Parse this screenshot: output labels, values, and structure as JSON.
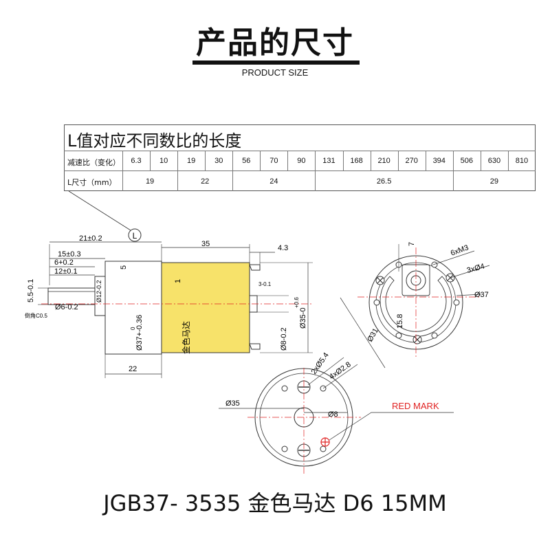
{
  "header": {
    "title": "产品的尺寸",
    "subtitle": "PRODUCT SIZE"
  },
  "table": {
    "title": "L值对应不同数比的长度",
    "ratio_label": "减速比（变化）",
    "length_label": "L尺寸（mm）",
    "ratios": [
      "6.3",
      "10",
      "19",
      "30",
      "56",
      "70",
      "90",
      "131",
      "168",
      "210",
      "270",
      "394",
      "506",
      "630",
      "810"
    ],
    "lengths": [
      {
        "value": "19",
        "span": 2
      },
      {
        "value": "22",
        "span": 2
      },
      {
        "value": "24",
        "span": 3
      },
      {
        "value": "26.5",
        "span": 5
      },
      {
        "value": "29",
        "span": 3
      }
    ]
  },
  "side_view": {
    "l_marker": "L",
    "dim_21": "21±0.2",
    "dim_15": "15±0.3",
    "dim_6": "6+0.2",
    "dim_12": "12±0.1",
    "dim_5_5": "5.5-0.1",
    "dim_d6": "Ø6-0.2",
    "chamfer": "倒角C0.5",
    "dim_5": "5",
    "dim_d12": "Ø12-0.2",
    "dim_d37_a": "0",
    "dim_d37_b": "Ø37+-0.36",
    "dim_22": "22",
    "dim_35": "35",
    "dim_4_3": "4.3",
    "dim_1": "1",
    "dim_3": "3-0.1",
    "motor_label": "金色马达",
    "dim_d8": "Ø8-0.2",
    "dim_d35_a": "+0.6",
    "dim_d35_b": "Ø35-0"
  },
  "front_view": {
    "dim_7": "7",
    "dim_m3": "6xM3",
    "dim_d4": "3xØ4",
    "dim_d37": "Ø37",
    "dim_15_8": "15.8",
    "dim_d31": "Ø31"
  },
  "back_view": {
    "dim_2x": "2xØ5.4",
    "dim_4x": "4xØ2.8",
    "dim_d35": "Ø35",
    "dim_d8": "Ø8",
    "red_mark": "RED MARK"
  },
  "footer": {
    "caption": "JGB37- 3535 金色马达 D6 15MM"
  },
  "colors": {
    "motor_fill": "#f7e26a",
    "red": "#e02020",
    "line": "#333333"
  }
}
